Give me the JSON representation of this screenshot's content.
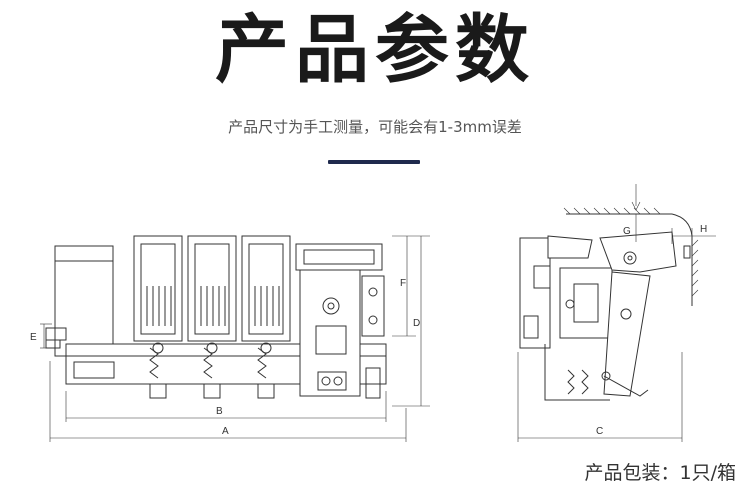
{
  "header": {
    "title": "产品参数",
    "subtitle": "产品尺寸为手工测量，可能会有1-3mm误差"
  },
  "drawing": {
    "dimensions_front": {
      "a": "A",
      "b": "B",
      "d": "D",
      "f": "F",
      "e": "E"
    },
    "dimensions_side": {
      "c": "C",
      "g": "G",
      "h": "H"
    }
  },
  "footer": {
    "packaging": "产品包装：1只/箱"
  },
  "colors": {
    "accent_bar": "#1f2a4d",
    "line": "#333333"
  }
}
